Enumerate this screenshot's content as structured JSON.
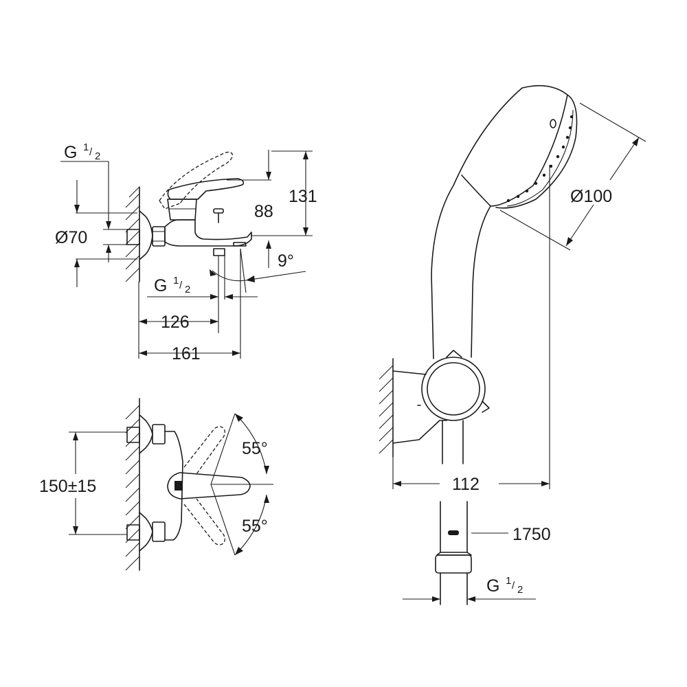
{
  "labels": {
    "g_half_top_left": {
      "g": "G",
      "num": "1",
      "slash": "/",
      "den": "2"
    },
    "dim_131": "131",
    "dim_88": "88",
    "dim_d70": "Ø70",
    "dim_9deg": "9°",
    "g_half_spout": {
      "g": "G",
      "num": "1",
      "slash": "/",
      "den": "2"
    },
    "dim_126": "126",
    "dim_161": "161",
    "dim_55_top": "55°",
    "dim_150": "150±15",
    "dim_55_bottom": "55°",
    "dim_d100": "Ø100",
    "dim_112": "112",
    "dim_1750": "1750",
    "g_half_hose": {
      "g": "G",
      "num": "1",
      "slash": "/",
      "den": "2"
    }
  }
}
